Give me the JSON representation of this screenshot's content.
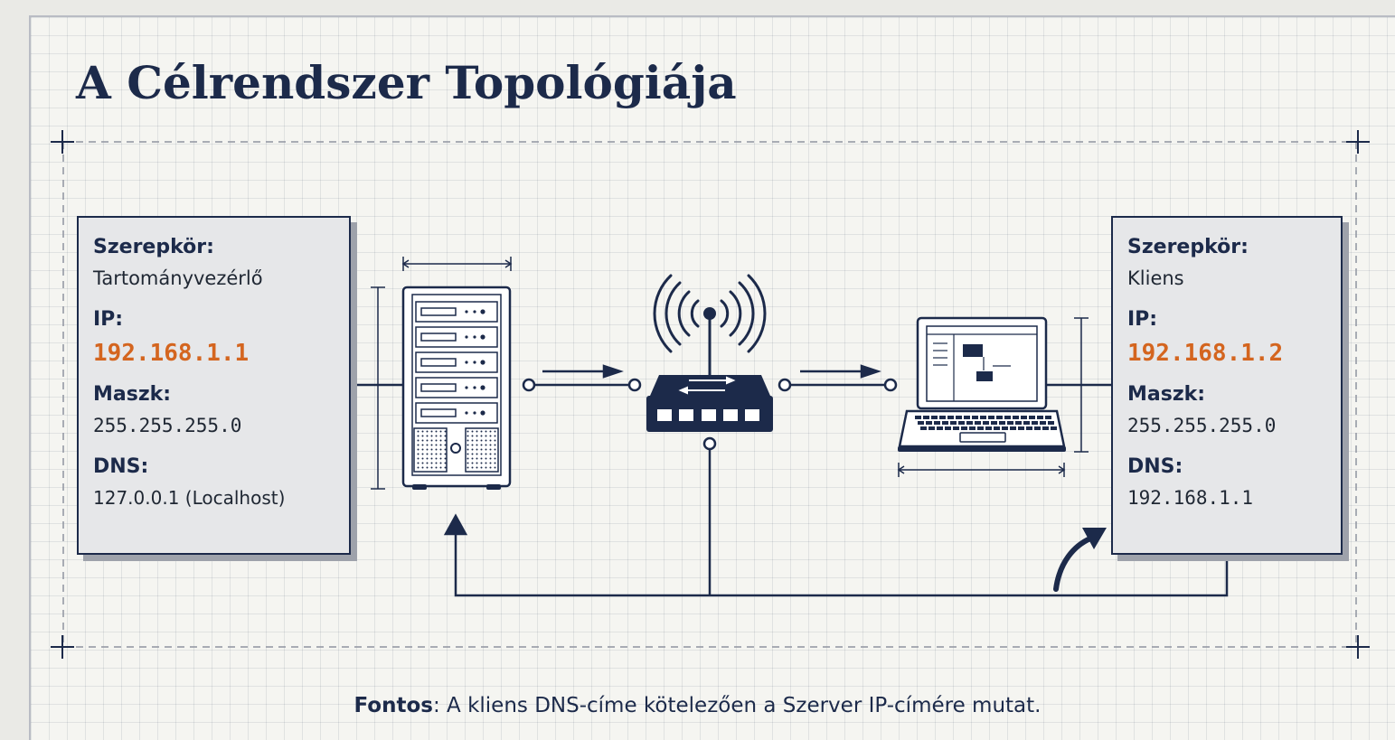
{
  "title": "A Célrendszer Topológiája",
  "colors": {
    "ink": "#1c2a4a",
    "accent": "#d4651f",
    "card_bg": "#e6e7e9",
    "grid_bg": "#f5f5f1"
  },
  "server_card": {
    "role_label": "Szerepkör:",
    "role_value": "Tartományvezérlő",
    "ip_label": "IP:",
    "ip_value": "192.168.1.1",
    "mask_label": "Maszk:",
    "mask_value": "255.255.255.0",
    "dns_label": "DNS:",
    "dns_value": "127.0.0.1 (Localhost)"
  },
  "client_card": {
    "role_label": "Szerepkör:",
    "role_value": "Kliens",
    "ip_label": "IP:",
    "ip_value": "192.168.1.2",
    "mask_label": "Maszk:",
    "mask_value": "255.255.255.0",
    "dns_label": "DNS:",
    "dns_value": "192.168.1.1"
  },
  "devices": {
    "server_icon": "server-tower-icon",
    "router_icon": "wifi-router-icon",
    "client_icon": "laptop-icon"
  },
  "note": {
    "bold": "Fontos",
    "text": ": A kliens DNS-címe kötelezően a Szerver IP-címére mutat."
  }
}
